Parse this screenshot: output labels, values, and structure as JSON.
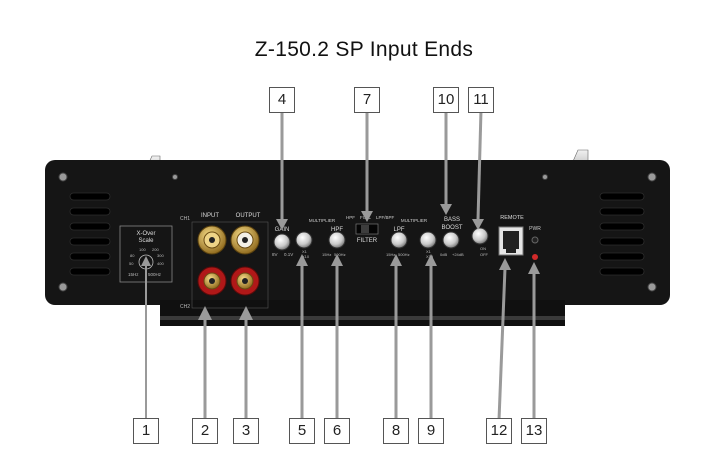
{
  "title": "Z-150.2 SP Input Ends",
  "callouts_top": [
    "4",
    "7",
    "10",
    "11"
  ],
  "callouts_bottom": [
    "1",
    "2",
    "3",
    "5",
    "6",
    "8",
    "9",
    "12",
    "13"
  ],
  "panel_labels": {
    "ch1": "CH1",
    "ch2": "CH2",
    "input": "INPUT",
    "output": "OUTPUT",
    "xover_title": "X-Over",
    "xover_scale": "Scale",
    "xover_t100": "100",
    "xover_t200": "200",
    "xover_t80": "80",
    "xover_t300": "300",
    "xover_t50": "50",
    "xover_t400": "400",
    "xover_min": "15Hz",
    "xover_max": "500Hz",
    "gain": "GAIN",
    "gain_min": "8V",
    "gain_max": "0.1V",
    "multiplier": "MULTIPLIER",
    "hpf": "HPF",
    "x1": "X1",
    "x10": "X10",
    "hpf_min": "15Hz",
    "hpf_max": "500Hz",
    "hpf_sw": "HPF",
    "full_sw": "FULL",
    "lpfbpf_sw": "LPF/BPF",
    "filter": "FILTER",
    "lpf": "LPF",
    "lpf_min": "15Hz",
    "lpf_max": "500Hz",
    "bass": "BASS",
    "boost": "BOOST",
    "boost_min": "0dB",
    "boost_max": "+24dB",
    "on": "ON",
    "off": "OFF",
    "remote": "REMOTE",
    "pwr": "PWR"
  },
  "colors": {
    "chassis": "#151515",
    "gold": "#c79a2e",
    "red_ring": "#b01818",
    "arrow": "#9a9a9a",
    "led": "#d22a2a"
  }
}
